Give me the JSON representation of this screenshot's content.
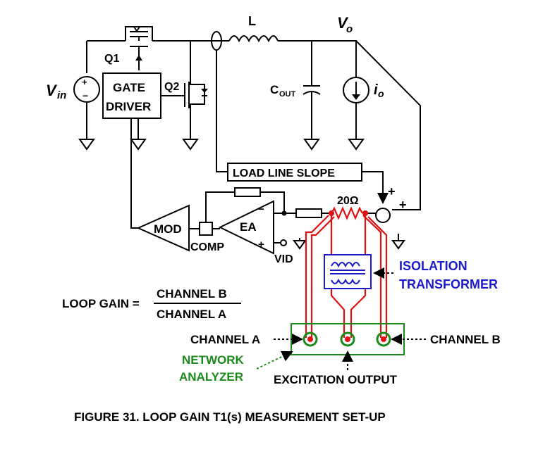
{
  "labels": {
    "vin": "V",
    "vin_sub": "in",
    "q1": "Q1",
    "q2": "Q2",
    "gate_driver_1": "GATE",
    "gate_driver_2": "DRIVER",
    "inductor": "L",
    "vo": "V",
    "vo_sub": "o",
    "cout": "C",
    "cout_sub": "OUT",
    "io": "i",
    "io_sub": "o",
    "load_line": "LOAD LINE SLOPE",
    "resistor": "20Ω",
    "plus_top": "+",
    "plus_right": "+",
    "ea": "EA",
    "ea_minus": "−",
    "ea_plus": "+",
    "vid": "VID",
    "mod": "MOD",
    "comp": "COMP",
    "isolation_1": "ISOLATION",
    "isolation_2": "TRANSFORMER",
    "loop_gain": "LOOP GAIN =",
    "channel_b_num": "CHANNEL B",
    "channel_a_den": "CHANNEL A",
    "channel_a": "CHANNEL A",
    "channel_b": "CHANNEL B",
    "network_1": "NETWORK",
    "network_2": "ANALYZER",
    "excitation": "EXCITATION OUTPUT",
    "caption": "FIGURE 31.  LOOP GAIN T1(s) MEASUREMENT SET-UP"
  },
  "colors": {
    "wire": "#000000",
    "measurement": "#e01010",
    "transformer": "#1a1acc",
    "analyzer": "#1a8a1a"
  }
}
